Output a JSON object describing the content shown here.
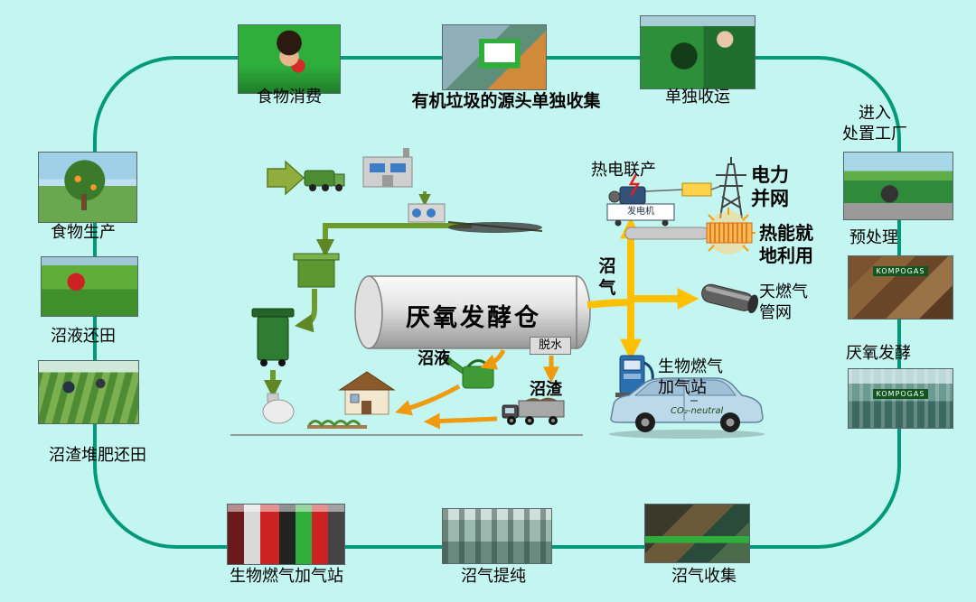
{
  "colors": {
    "background": "#c4f6f1",
    "ring_border": "#00997a",
    "green_flow": "#6f9a2d",
    "orange_flow": "#ef9a0f",
    "biogas_yellow": "#ffc000"
  },
  "ring": {
    "food_consumption": "食物消费",
    "source_collection": "有机垃圾的源头单独收集",
    "separate_transport": "单独收运",
    "enter_plant_l1": "进入",
    "enter_plant_l2": "处置工厂",
    "pretreatment": "预处理",
    "anaerobic_digestion": "厌氧发酵",
    "food_production": "食物生产",
    "slurry_to_field": "沼液还田",
    "residue_compost_to_field": "沼渣堆肥还田",
    "biogas_filling_station": "生物燃气加气站",
    "biogas_purification": "沼气提纯",
    "biogas_collection": "沼气收集"
  },
  "center": {
    "digester": "厌氧发酵仓",
    "slurry": "沼液",
    "dewatering": "脱水",
    "residue": "沼渣",
    "chp": "热电联产",
    "generator": "发电机",
    "power_l1": "电力",
    "power_l2": "并网",
    "heat_l1": "热能就",
    "heat_l2": "地利用",
    "biogas_l1": "沼",
    "biogas_l2": "气",
    "pipeline_l1": "天燃气",
    "pipeline_l2": "管网",
    "station_l1": "生物燃气",
    "station_l2": "加气站",
    "co2_neutral": "CO₂-neutral"
  },
  "photo_signs": {
    "pretreatment_sign": "KOMPOGAS",
    "anaerobic_sign": "KOMPOGAS"
  }
}
